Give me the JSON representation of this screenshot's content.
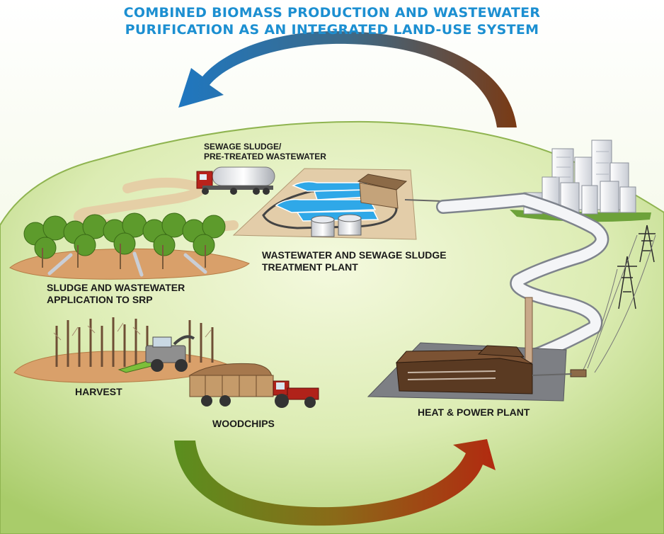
{
  "title": {
    "line1": "COMBINED BIOMASS PRODUCTION AND WASTEWATER",
    "line2": "PURIFICATION AS AN INTEGRATED LAND-USE SYSTEM"
  },
  "labels": {
    "sewage": {
      "line1": "SEWAGE SLUDGE/",
      "line2": "PRE-TREATED WASTEWATER"
    },
    "treatment": {
      "line1": "WASTEWATER AND SEWAGE SLUDGE",
      "line2": "TREATMENT PLANT"
    },
    "application": {
      "line1": "SLUDGE AND WASTEWATER",
      "line2": "APPLICATION TO SRP"
    },
    "harvest": "HARVEST",
    "woodchips": "WOODCHIPS",
    "plant": "HEAT & POWER PLANT"
  },
  "colors": {
    "title": "#1c8fd1",
    "top_arrow_start": "#1f77c0",
    "top_arrow_end": "#7a3a14",
    "bottom_arrow_start": "#5a8f1e",
    "bottom_arrow_end": "#b22a10",
    "ground": "#d4e7a6"
  }
}
